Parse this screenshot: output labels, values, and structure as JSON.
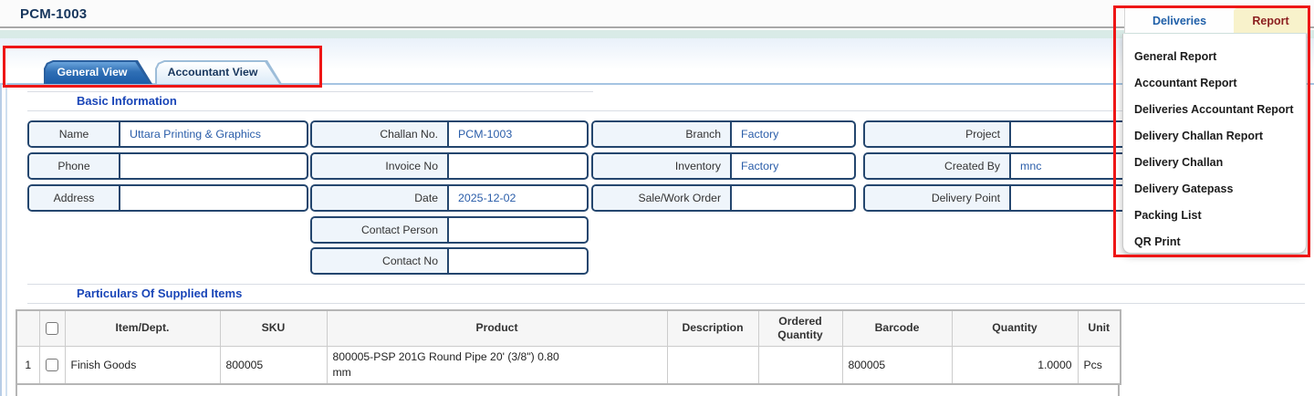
{
  "header": {
    "title": "PCM-1003"
  },
  "top_tabs": {
    "deliveries": "Deliveries",
    "report": "Report"
  },
  "report_menu": {
    "items": [
      "General Report",
      "Accountant Report",
      "Deliveries Accountant Report",
      "Delivery Challan Report",
      "Delivery Challan",
      "Delivery Gatepass",
      "Packing List",
      "QR Print"
    ]
  },
  "view_tabs": {
    "general": "General View",
    "accountant": "Accountant View"
  },
  "sections": {
    "basic_info": "Basic Information",
    "particulars": "Particulars Of Supplied Items"
  },
  "form": {
    "name": {
      "label": "Name",
      "value": "Uttara Printing & Graphics"
    },
    "challan_no": {
      "label": "Challan No.",
      "value": "PCM-1003"
    },
    "branch": {
      "label": "Branch",
      "value": "Factory"
    },
    "project": {
      "label": "Project",
      "value": ""
    },
    "phone": {
      "label": "Phone",
      "value": ""
    },
    "invoice_no": {
      "label": "Invoice No",
      "value": ""
    },
    "inventory": {
      "label": "Inventory",
      "value": "Factory"
    },
    "created_by": {
      "label": "Created By",
      "value": "mnc"
    },
    "address": {
      "label": "Address",
      "value": ""
    },
    "date": {
      "label": "Date",
      "value": "2025-12-02"
    },
    "sale_work_order": {
      "label": "Sale/Work Order",
      "value": ""
    },
    "delivery_point": {
      "label": "Delivery Point",
      "value": ""
    },
    "contact_person": {
      "label": "Contact Person",
      "value": ""
    },
    "contact_no": {
      "label": "Contact No",
      "value": ""
    }
  },
  "table": {
    "headers": [
      "",
      "",
      "Item/Dept.",
      "SKU",
      "Product",
      "Description",
      "Ordered Quantity",
      "Barcode",
      "Quantity",
      "Unit"
    ],
    "rows": [
      {
        "num": "1",
        "item_dept": "Finish Goods",
        "sku": "800005",
        "product": "800005-PSP 201G Round Pipe 20' (3/8\") 0.80 mm",
        "description": "",
        "ordered_quantity": "",
        "barcode": "800005",
        "quantity": "1.0000",
        "unit": "Pcs"
      }
    ]
  },
  "colors": {
    "title_navy": "#17365d",
    "heading_blue": "#1a46b8",
    "field_border_navy": "#24466e",
    "field_value_blue": "#2a5da9",
    "annotation_red": "#ee1616",
    "report_tab_bg": "#f8f2cb",
    "report_tab_text": "#8b1f1f",
    "deliveries_tab_text": "#1f5fa8",
    "active_tab_blue": "#1c5ca8",
    "teal_band": "#d9ebe7"
  }
}
